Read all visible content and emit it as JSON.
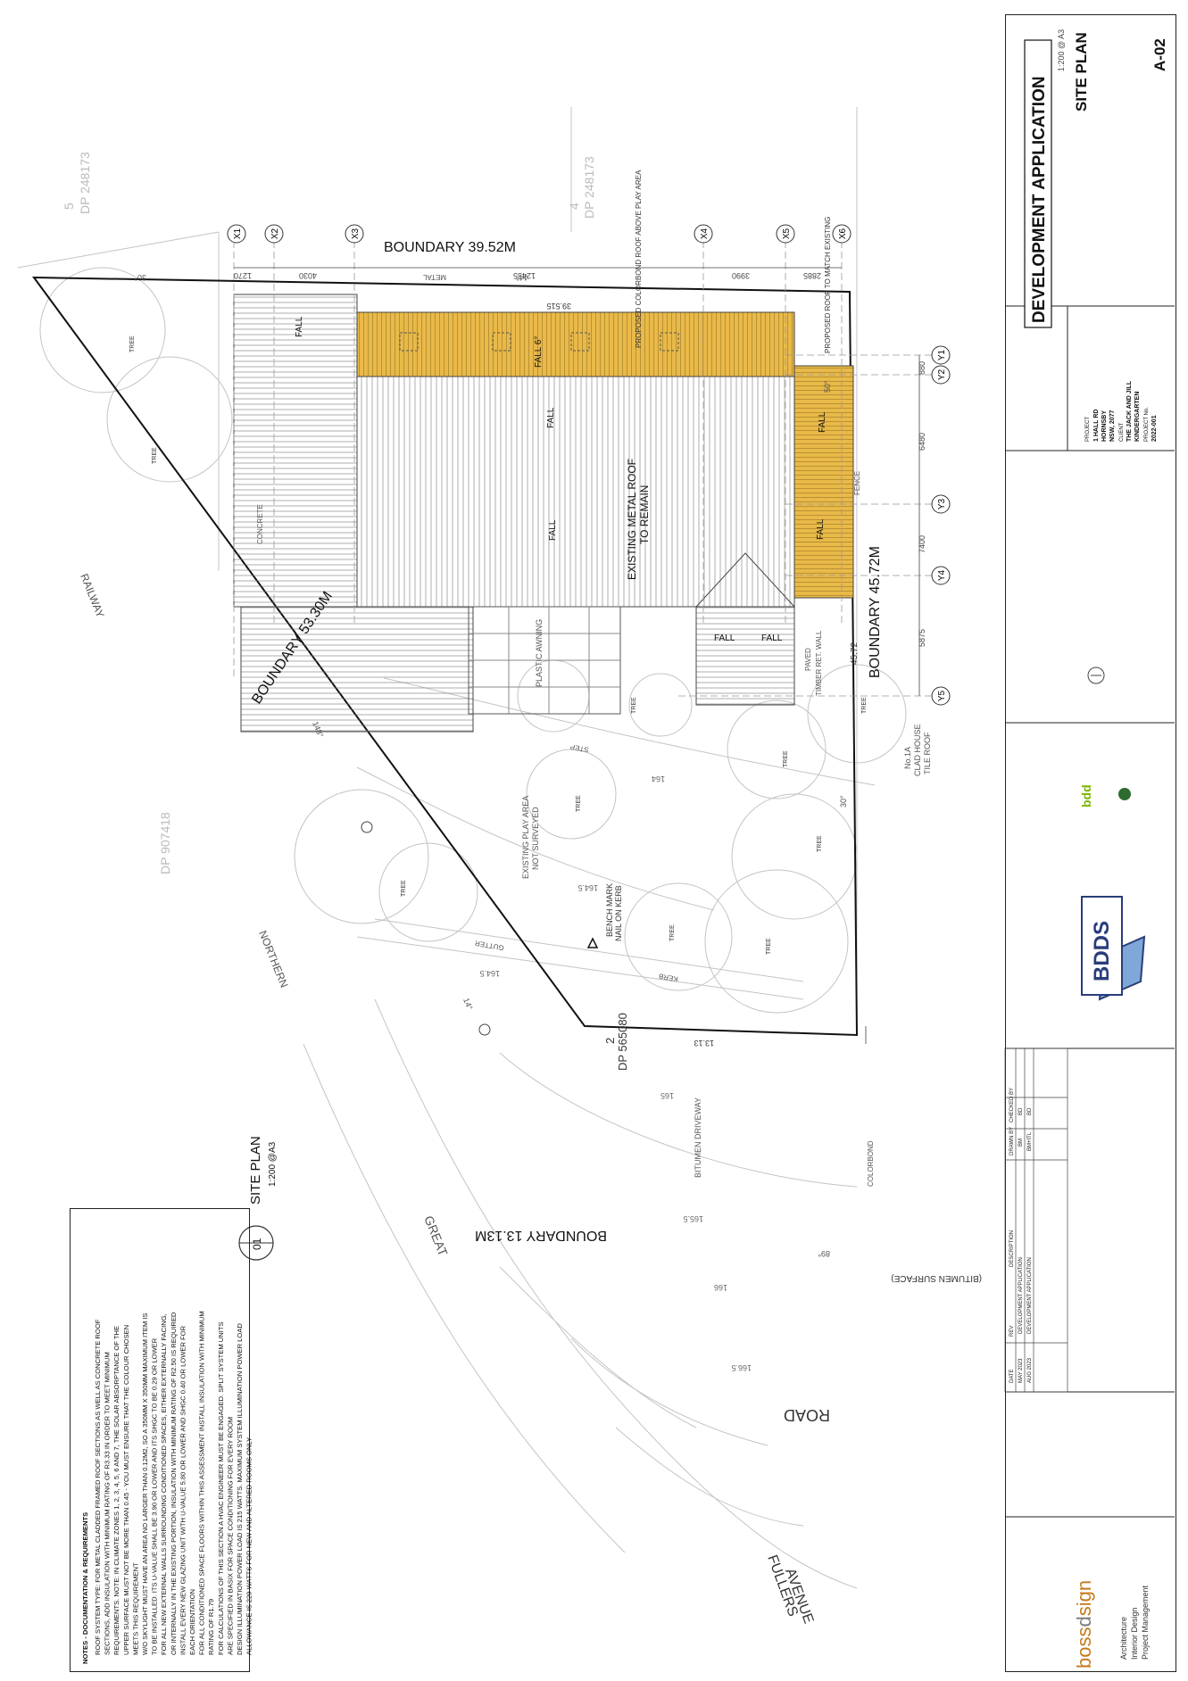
{
  "sheet": {
    "status": "DEVELOPMENT APPLICATION",
    "scale_note": "1:200 @ A3",
    "title": "SITE PLAN",
    "number": "A-02"
  },
  "project": {
    "project_label": "PROJECT",
    "address_line1": "1 HALL RD",
    "address_line2": "HORNSBY",
    "address_line3": "NSW, 2077",
    "client_label": "CLIENT",
    "client_name_line1": "THE JACK AND JILL",
    "client_name_line2": "KINDERGARTEN",
    "project_no_label": "PROJECT No.",
    "project_no": "2022-001"
  },
  "firm": {
    "name_a": "boss",
    "name_b": "d",
    "name_c": "sign",
    "services": [
      "Architecture",
      "Interior Design",
      "Project Management"
    ],
    "logo_text": "BDDS",
    "badge_text": "bdd"
  },
  "revisions": {
    "headers": [
      "DATE",
      "REV",
      "DESCRIPTION",
      "DRAWN BY",
      "CHECKED BY"
    ],
    "rows": [
      {
        "date": "MAY 2023",
        "rev": "",
        "desc": "DEVELOPMENT APPLICATION",
        "drawn": "BM",
        "checked": "BD"
      },
      {
        "date": "AUG 2023",
        "rev": "",
        "desc": "DEVELOPMENT APPLICATION",
        "drawn": "BM+ITL",
        "checked": "BD"
      }
    ]
  },
  "notes": {
    "heading": "NOTES - DOCUMENTATION & REQUIREMENTS",
    "items": [
      "ROOF SYSTEM TYPE: FOR METAL CLADDED FRAMED ROOF SECTIONS AS WELL AS CONCRETE ROOF",
      "SECTIONS, ADD INSULATION WITH MINIMUM RATING OF R3.33 IN ORDER TO MEET MINIMUM",
      "REQUIREMENTS. NOTE: IN CLIMATE ZONES 1, 2, 3, 4, 5, 6 AND 7, THE SOLAR ABSORPTANCE OF THE",
      "UPPER SURFACE MUST NOT BE MORE THAN 0.45 - YOU MUST ENSURE THAT THE COLOUR CHOSEN",
      "MEETS THIS REQUIREMENT",
      "W/O SKYLIGHT MUST HAVE AN AREA NO LARGER THAN 0.12M2, SO A 350MM X 350MM MAXIMUM ITEM IS",
      "TO BE INSTALLED. ITS U-VALUE SHALL BE 3.90 OR LOWER AND ITS SHGC TO BE 0.29 OR LOWER",
      "FOR ALL NEW EXTERNAL WALLS SURROUNDING CONDITIONED SPACES, EITHER EXTERNALLY FACING,",
      "OR INTERNALLY IN THE EXISTING PORTION, INSULATION WITH MINIMUM RATING OF R2.50 IS REQUIRED",
      "INSTALL EVERY NEW GLAZING UNIT WITH U-VALUE 5.80 OR LOWER AND SHGC 0.40 OR LOWER FOR",
      "EACH ORIENTATION",
      "FOR ALL CONDITIONED SPACE FLOORS WITHIN THIS ASSESSMENT INSTALL INSULATION WITH MINIMUM",
      "RATING OF R1.79",
      "FOR CALCULATIONS OF THIS SECTION A HVAC ENGINEER MUST BE ENGAGED. SPLIT SYSTEM UNITS",
      "ARE SPECIFIED IN BASIX FOR SPACE CONDITIONING FOR EVERY ROOM",
      "DESIGN ILLUMINATION POWER LOAD IS 215 WATTS. MAXIMUM SYSTEM ILLUMINATION POWER LOAD",
      "ALLOWANCE IS 229 WATTS FOR NEW AND ALTERED ROOMS ONLY"
    ]
  },
  "drawing": {
    "boundary_top": "BOUNDARY 39.52M",
    "boundary_right": "BOUNDARY 45.72M",
    "boundary_left": "BOUNDARY 53.30M",
    "boundary_bottom": "BOUNDARY 13.13M",
    "roof_label_1": "EXISTING METAL ROOF",
    "roof_label_2": "TO REMAIN",
    "fall": "FALL",
    "fall_6": "FALL 6°",
    "grid_x": [
      "X1",
      "X2",
      "X3",
      "X4",
      "X5",
      "X6"
    ],
    "grid_y": [
      "Y1",
      "Y2",
      "Y3",
      "Y4",
      "Y5"
    ],
    "dims_top": [
      "1270",
      "4030",
      "12435",
      "3990",
      "2885"
    ],
    "dims_right": [
      "880",
      "6480",
      "7400",
      "5875"
    ],
    "lot_number": "2",
    "lot_dp": "DP 565080",
    "dp_top_left": "DP 248173",
    "dp_top_right": "DP 248173",
    "dp_left": "DP 907418",
    "lot_top_left": "5",
    "lot_top_right": "4",
    "road_name": "ROAD",
    "road_surface": "(BITUMEN SURFACE)",
    "great": "GREAT",
    "northern": "NORTHERN",
    "railway": "RAILWAY",
    "fullers_1": "FULLERS",
    "fullers_2": "AVENUE",
    "play_area_1": "EXISTING PLAY AREA",
    "play_area_2": "NOT SURVEYED",
    "plastic_awning": "PLASTIC AWNING",
    "benchmark_1": "BENCH MARK",
    "benchmark_2": "NAIL ON KERB",
    "bitumen_driveway": "BITUMEN DRIVEWAY",
    "no1a_1": "No.1A",
    "no1a_2": "CLAD HOUSE",
    "no1a_3": "TILE ROOF",
    "proposed_colorbond": "PROPOSED COLORBOND ROOF ABOVE PLAY AREA",
    "proposed_roof": "PROPOSED ROOF TO MATCH EXISTING",
    "concrete": "CONCRETE",
    "colorbond": "COLORBOND",
    "fence": "FENCE",
    "metal": "METAL",
    "kerb": "KERB",
    "step": "STEP",
    "paved": "PAVED",
    "timber_ret_wall": "TIMBER RET. WALL",
    "gutter": "GUTTER",
    "dim_39515": "39.515",
    "dim_45_72": "45.72",
    "dim_13_13": "13.13",
    "tree": "TREE",
    "title_no": "01",
    "title_name": "SITE PLAN",
    "title_scale": "1:200 @A3",
    "spot_levels": [
      "164",
      "164.5",
      "165",
      "165.5",
      "166",
      "166.5"
    ],
    "angles": [
      "30°",
      "44°",
      "50°",
      "30°",
      "89°",
      "14°",
      "148°"
    ]
  },
  "colors": {
    "new_roof": "#E9B949",
    "linework": "#333333"
  }
}
